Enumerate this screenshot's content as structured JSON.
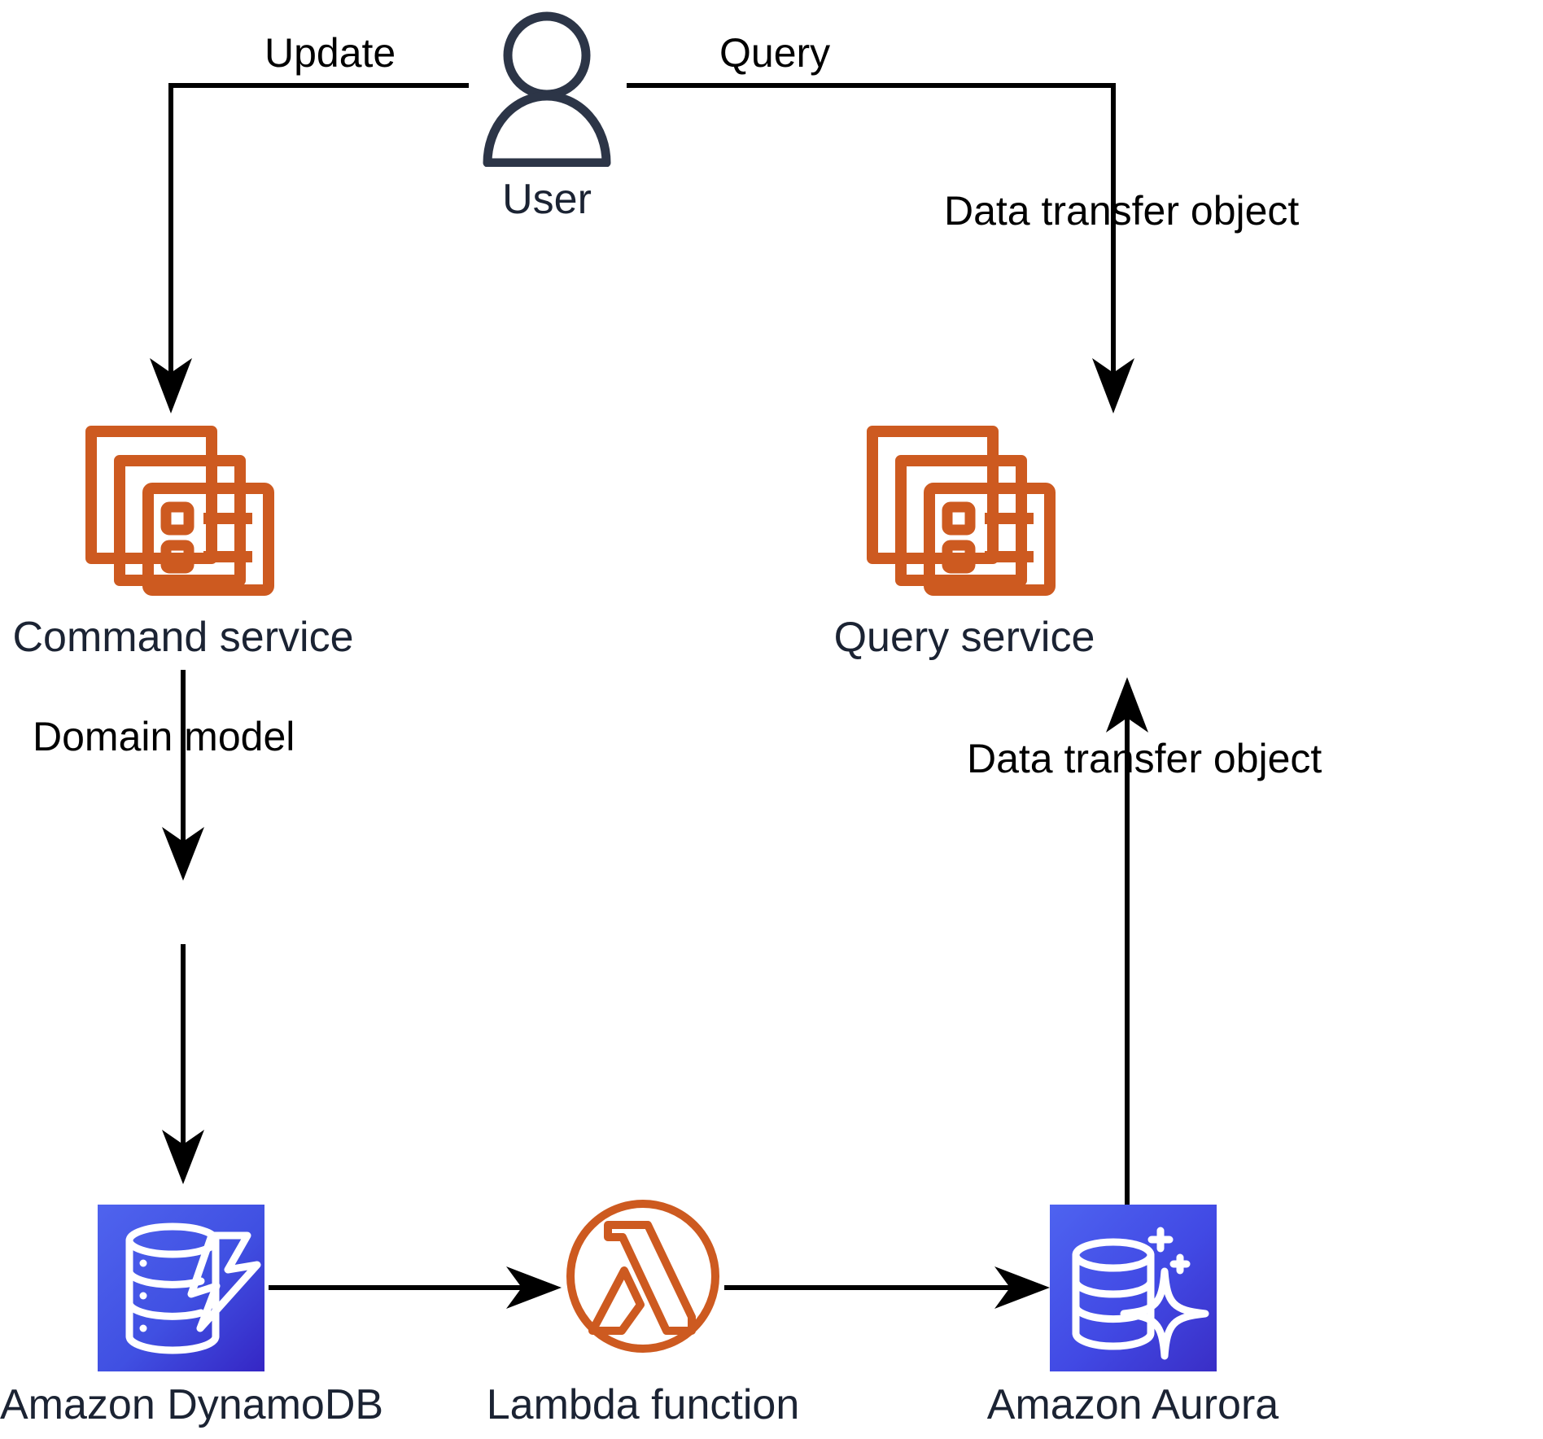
{
  "diagram": {
    "title": "CQRS pattern on AWS",
    "background": "#ffffff",
    "colors": {
      "orange": "#cd5a20",
      "navy": "#232f3e",
      "label_text": "#1b2333",
      "arrow": "#000000",
      "aws_blue_top": "#4a5ce8",
      "aws_blue_bottom": "#3b2fc9",
      "icon_white": "#ffffff"
    },
    "nodes": [
      {
        "id": "user",
        "label": "User",
        "icon": "user-icon",
        "icon_style": "outline-navy"
      },
      {
        "id": "command-service",
        "label": "Command service",
        "icon": "stacked-documents-icon",
        "icon_style": "outline-orange"
      },
      {
        "id": "query-service",
        "label": "Query service",
        "icon": "stacked-documents-icon",
        "icon_style": "outline-orange"
      },
      {
        "id": "amazon-dynamodb",
        "label": "Amazon DynamoDB",
        "icon": "dynamodb-icon",
        "icon_style": "aws-blue-tile"
      },
      {
        "id": "lambda-function",
        "label": "Lambda function",
        "icon": "lambda-icon",
        "icon_style": "outline-orange-circle"
      },
      {
        "id": "amazon-aurora",
        "label": "Amazon Aurora",
        "icon": "aurora-icon",
        "icon_style": "aws-blue-tile"
      }
    ],
    "edges": [
      {
        "id": "user-to-command",
        "from": "user",
        "to": "command-service",
        "label": "Update"
      },
      {
        "id": "user-to-query",
        "from": "user",
        "to": "query-service",
        "label": "Query"
      },
      {
        "id": "query-to-user",
        "from": "query-service",
        "to": "user",
        "label": "Data transfer object"
      },
      {
        "id": "command-to-dynamodb",
        "from": "command-service",
        "to": "amazon-dynamodb",
        "label": "Domain model"
      },
      {
        "id": "dynamodb-to-lambda",
        "from": "amazon-dynamodb",
        "to": "lambda-function",
        "label": ""
      },
      {
        "id": "lambda-to-aurora",
        "from": "lambda-function",
        "to": "amazon-aurora",
        "label": ""
      },
      {
        "id": "aurora-to-query",
        "from": "amazon-aurora",
        "to": "query-service",
        "label": "Data transfer object"
      }
    ],
    "labels": {
      "update": "Update",
      "query": "Query",
      "user": "User",
      "command_service": "Command service",
      "query_service": "Query service",
      "data_transfer_object_top": "Data transfer object",
      "data_transfer_object_bottom": "Data transfer object",
      "domain_model": "Domain model",
      "amazon_dynamodb": "Amazon DynamoDB",
      "lambda_function": "Lambda function",
      "amazon_aurora": "Amazon Aurora"
    }
  }
}
